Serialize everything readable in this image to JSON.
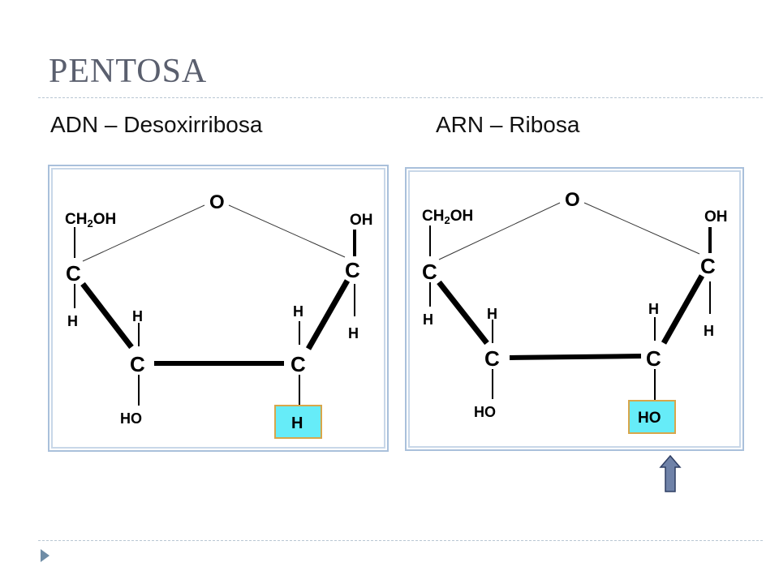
{
  "slide": {
    "title": "PENTOSA",
    "left_caption": "ADN – Desoxirribosa",
    "right_caption": "ARN – Ribosa"
  },
  "diagrams": {
    "deoxyribose": {
      "ring_oxygen": "O",
      "c4_substituent": "CH2OH",
      "c1_top": "OH",
      "c1_bottom": "H",
      "c4_bottom": "H",
      "c3_top": "H",
      "c3_bottom": "HO",
      "c2_top": "H",
      "c2_bottom": "H",
      "carbon": "C",
      "highlight": "H"
    },
    "ribose": {
      "ring_oxygen": "O",
      "c4_substituent": "CH2OH",
      "c1_top": "OH",
      "c1_bottom": "H",
      "c4_bottom": "H",
      "c3_top": "H",
      "c3_bottom": "HO",
      "c2_top": "H",
      "c2_bottom": "HO",
      "carbon": "C",
      "highlight": "HO"
    }
  },
  "colors": {
    "title": "#5a5f6e",
    "panel_border": "#a9c0db",
    "highlight_fill": "#66ecf8",
    "highlight_border": "#d8a64a",
    "arrow_fill": "#6f82a8",
    "nav_arrow": "#6f8da6"
  },
  "icons": {
    "nav": "triangle-right-icon",
    "pointer": "up-arrow-icon"
  }
}
